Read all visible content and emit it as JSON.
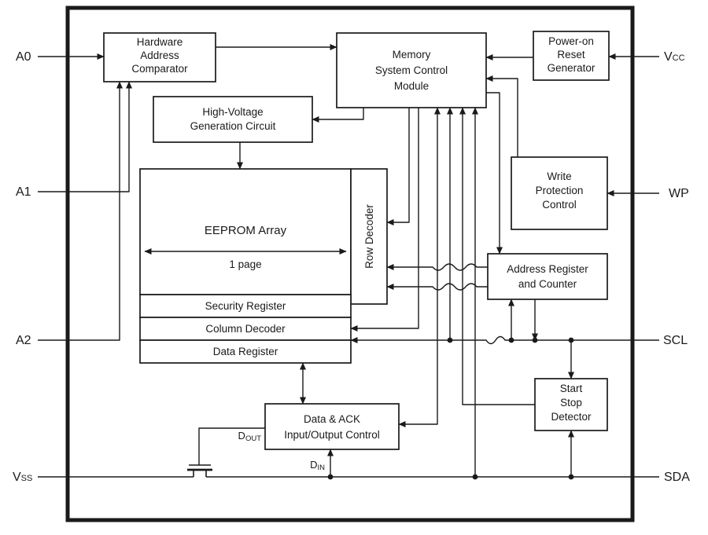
{
  "diagram": {
    "pins": {
      "a0": "A0",
      "a1": "A1",
      "a2": "A2",
      "wp": "WP",
      "scl": "SCL",
      "sda": "SDA",
      "vcc_base": "V",
      "vcc_sub": "CC",
      "vss_base": "V",
      "vss_sub": "SS"
    },
    "signals": {
      "dout_base": "D",
      "dout_sub": "OUT",
      "din_base": "D",
      "din_sub": "IN"
    },
    "blocks": {
      "comparator": {
        "l1": "Hardware",
        "l2": "Address",
        "l3": "Comparator"
      },
      "mscm": {
        "l1": "Memory",
        "l2": "System Control",
        "l3": "Module"
      },
      "por": {
        "l1": "Power-on",
        "l2": "Reset",
        "l3": "Generator"
      },
      "hv": {
        "l1": "High-Voltage",
        "l2": "Generation Circuit"
      },
      "eeprom": {
        "title": "EEPROM Array",
        "page": "1 page"
      },
      "row_decoder": {
        "l1": "Row Decoder"
      },
      "security": {
        "l1": "Security Register"
      },
      "column": {
        "l1": "Column Decoder"
      },
      "data_reg": {
        "l1": "Data Register"
      },
      "wpc": {
        "l1": "Write",
        "l2": "Protection",
        "l3": "Control"
      },
      "addr": {
        "l1": "Address Register",
        "l2": "and Counter"
      },
      "startstop": {
        "l1": "Start",
        "l2": "Stop",
        "l3": "Detector"
      },
      "dack": {
        "l1": "Data & ACK",
        "l2": "Input/Output Control"
      }
    }
  }
}
